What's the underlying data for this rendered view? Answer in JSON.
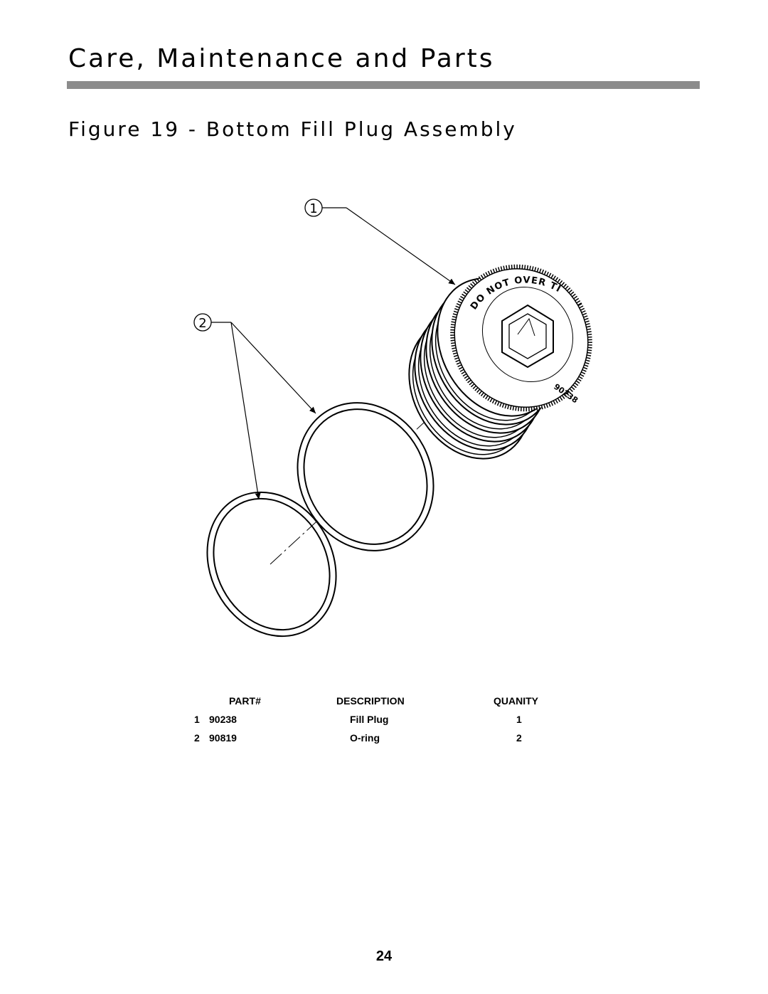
{
  "header": {
    "section_title": "Care, Maintenance and Parts",
    "figure_title": "Figure 19 - Bottom Fill Plug Assembly"
  },
  "drawing": {
    "callouts": [
      "1",
      "2"
    ],
    "plug_text": "DO NOT OVER TIGHTEN",
    "plug_part_mark": "90238"
  },
  "parts_table": {
    "headers": [
      "PART#",
      "DESCRIPTION",
      "QUANITY"
    ],
    "rows": [
      {
        "item": "1",
        "part": "90238",
        "description": "Fill Plug",
        "quantity": "1"
      },
      {
        "item": "2",
        "part": "90819",
        "description": "O-ring",
        "quantity": "2"
      }
    ]
  },
  "footer": {
    "page_number": "24"
  }
}
